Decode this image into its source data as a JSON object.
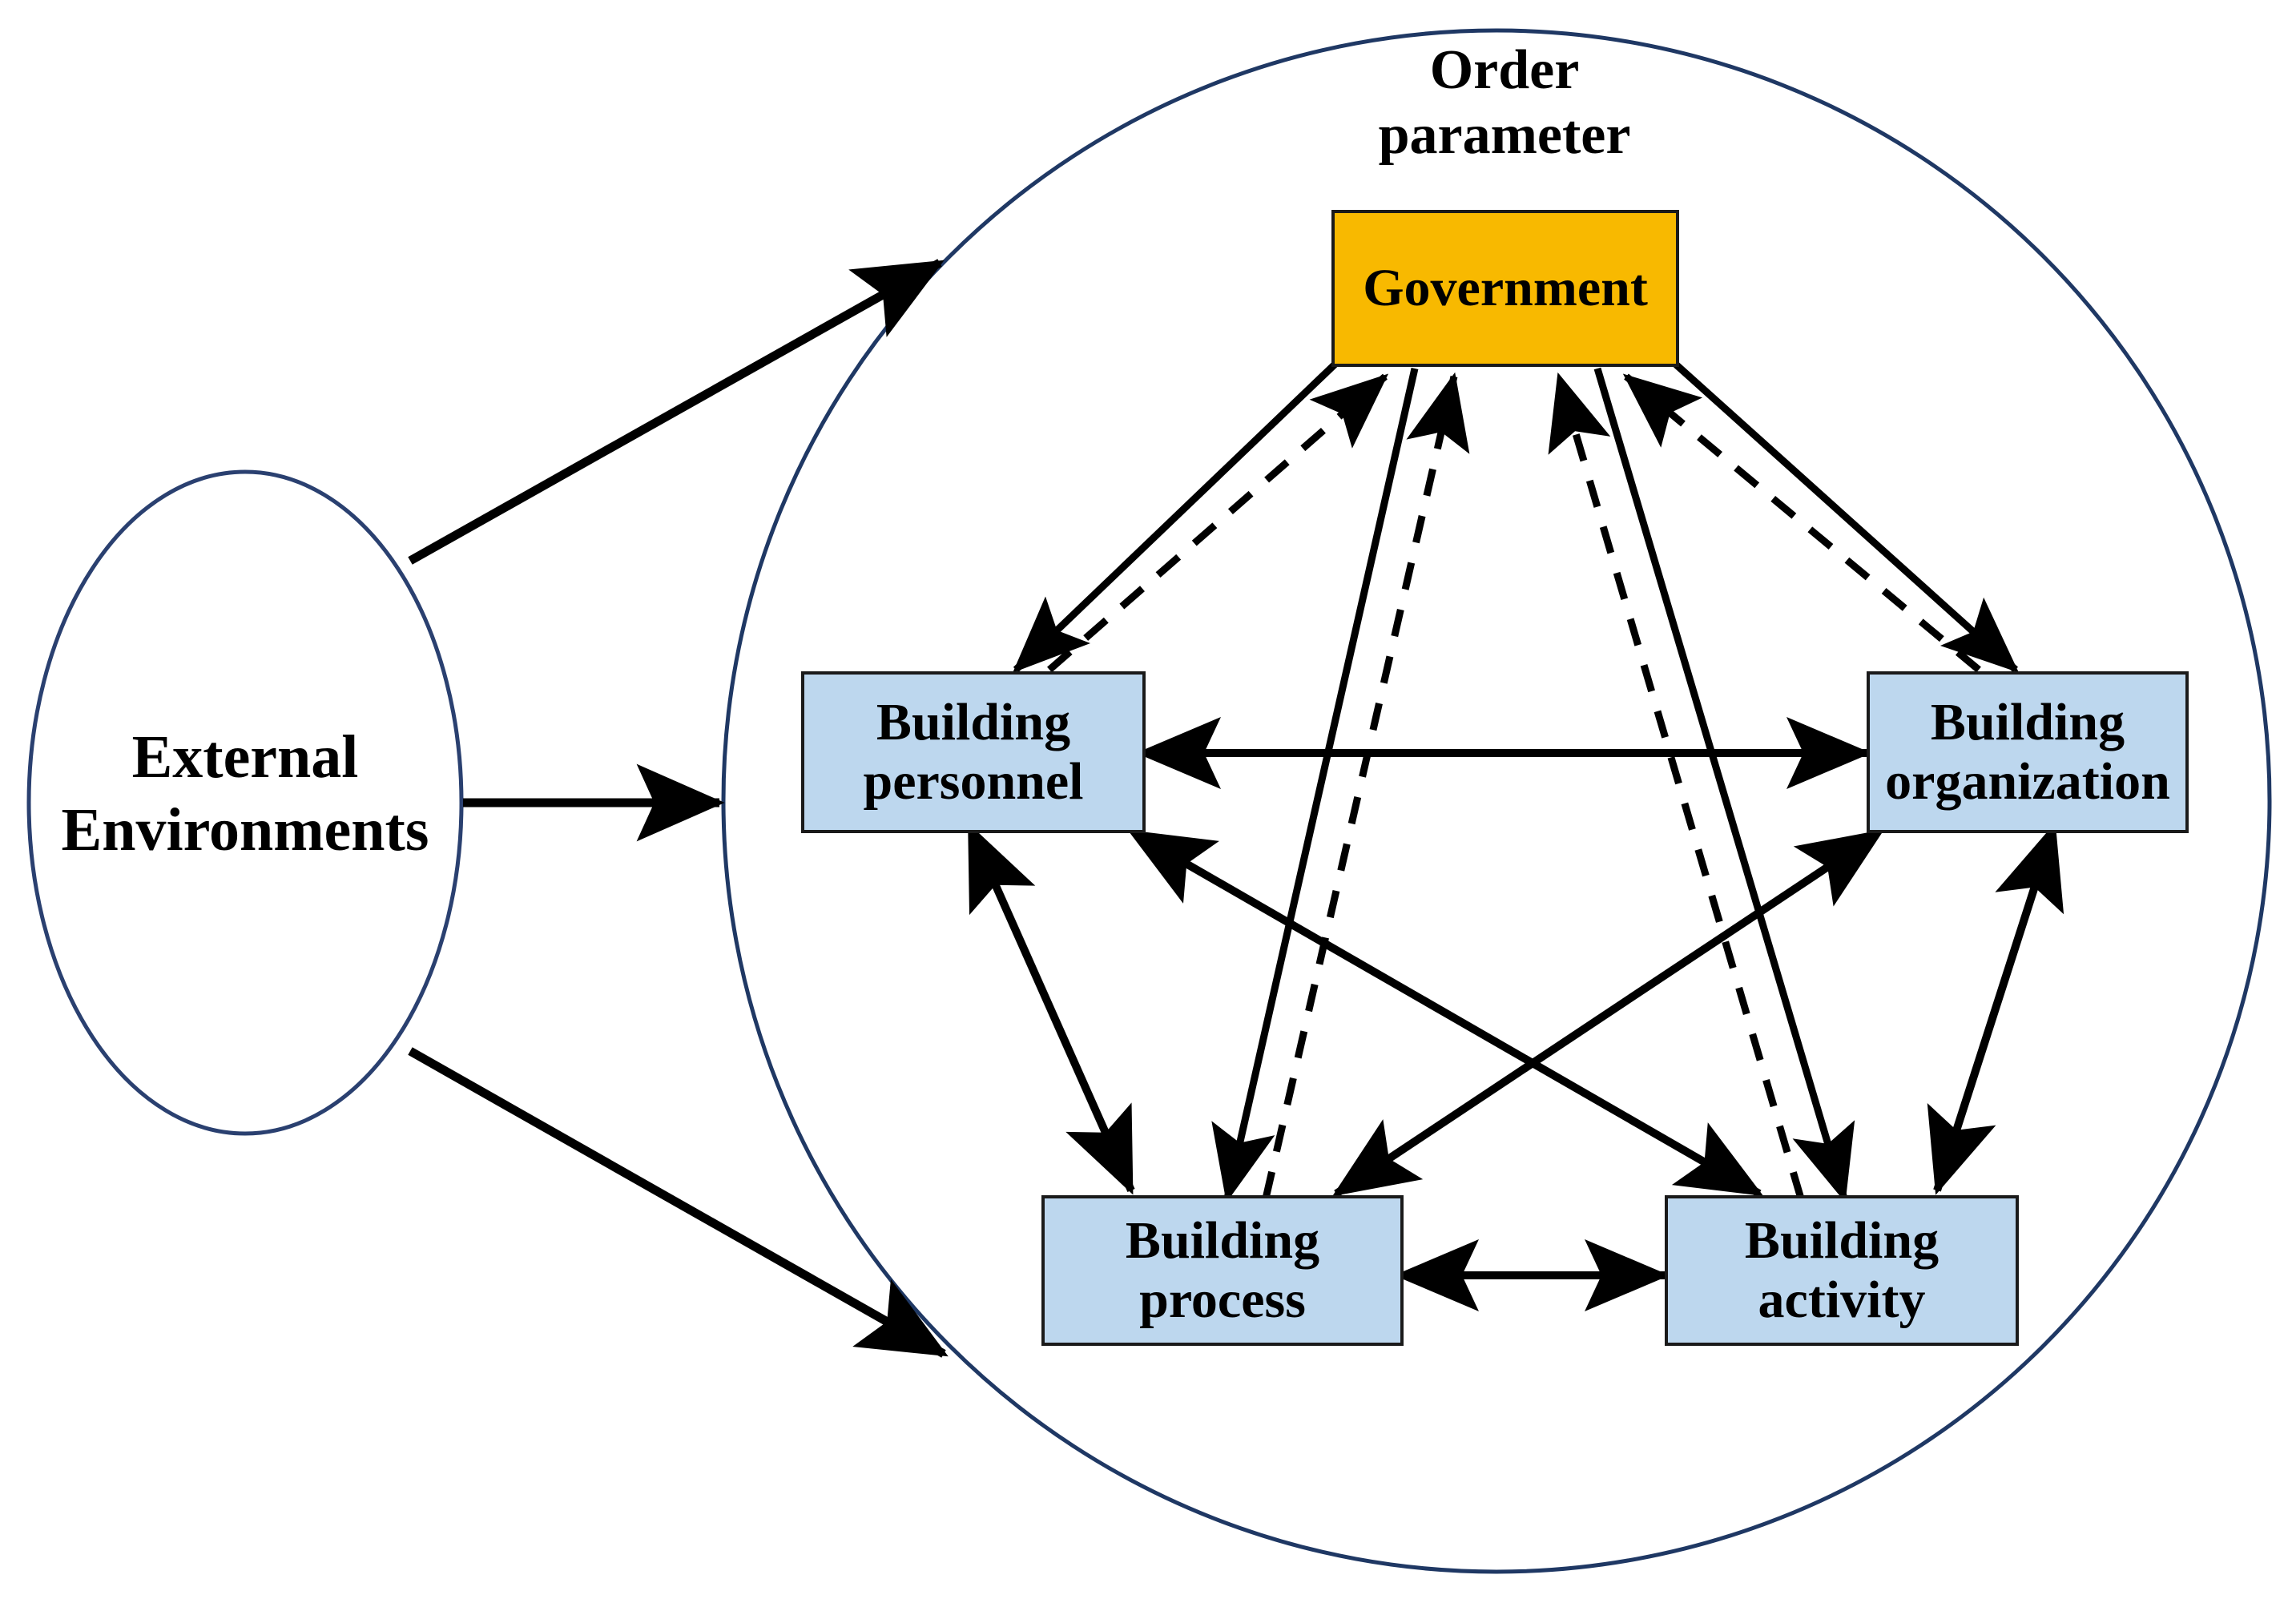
{
  "diagram": {
    "title_label": "Order\nparameter",
    "colors": {
      "boundary_circle": "#1f3864",
      "ellipse_stroke": "#2a4070",
      "node_blue": "#bdd7ee",
      "node_gold": "#f8b900",
      "node_border": "#1a1a1a",
      "edge": "#000000",
      "background": "#ffffff"
    },
    "external": {
      "label": "External\nEnvironments",
      "shape": "ellipse"
    },
    "system_boundary": {
      "shape": "circle",
      "label": "Order parameter"
    },
    "nodes": [
      {
        "id": "government",
        "label": "Government",
        "role": "order-parameter",
        "fill": "#f8b900"
      },
      {
        "id": "personnel",
        "label": "Building\npersonnel",
        "role": "subsystem",
        "fill": "#bdd7ee"
      },
      {
        "id": "organization",
        "label": "Building\norganization",
        "role": "subsystem",
        "fill": "#bdd7ee"
      },
      {
        "id": "process",
        "label": "Building\nprocess",
        "role": "subsystem",
        "fill": "#bdd7ee"
      },
      {
        "id": "activity",
        "label": "Building\nactivity",
        "role": "subsystem",
        "fill": "#bdd7ee"
      }
    ],
    "edges": [
      {
        "from": "external",
        "to": "system_boundary",
        "style": "solid",
        "arrows": "single",
        "note": "top inflow"
      },
      {
        "from": "external",
        "to": "system_boundary",
        "style": "solid",
        "arrows": "single",
        "note": "middle inflow"
      },
      {
        "from": "external",
        "to": "system_boundary",
        "style": "solid",
        "arrows": "single",
        "note": "bottom inflow"
      },
      {
        "from": "government",
        "to": "personnel",
        "style": "solid",
        "arrows": "single"
      },
      {
        "from": "government",
        "to": "organization",
        "style": "solid",
        "arrows": "single"
      },
      {
        "from": "government",
        "to": "process",
        "style": "solid",
        "arrows": "single"
      },
      {
        "from": "government",
        "to": "activity",
        "style": "solid",
        "arrows": "single"
      },
      {
        "from": "personnel",
        "to": "government",
        "style": "dashed",
        "arrows": "single"
      },
      {
        "from": "organization",
        "to": "government",
        "style": "dashed",
        "arrows": "single"
      },
      {
        "from": "process",
        "to": "government",
        "style": "dashed",
        "arrows": "single"
      },
      {
        "from": "activity",
        "to": "government",
        "style": "dashed",
        "arrows": "single"
      },
      {
        "from": "personnel",
        "to": "organization",
        "style": "solid",
        "arrows": "double"
      },
      {
        "from": "process",
        "to": "activity",
        "style": "solid",
        "arrows": "double"
      },
      {
        "from": "personnel",
        "to": "process",
        "style": "solid",
        "arrows": "double"
      },
      {
        "from": "organization",
        "to": "activity",
        "style": "solid",
        "arrows": "double"
      },
      {
        "from": "personnel",
        "to": "activity",
        "style": "solid",
        "arrows": "double"
      },
      {
        "from": "organization",
        "to": "process",
        "style": "solid",
        "arrows": "double"
      }
    ]
  }
}
